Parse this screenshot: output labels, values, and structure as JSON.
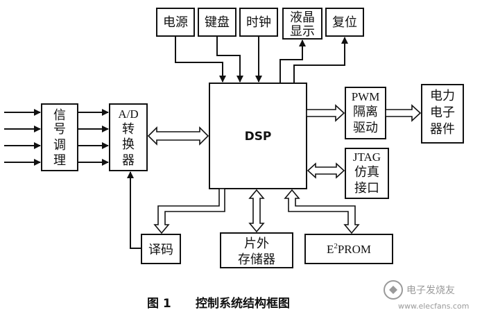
{
  "blocks": {
    "power": "电源",
    "keyboard": "键盘",
    "clock": "时钟",
    "lcd": [
      "液晶",
      "显示"
    ],
    "reset": "复位",
    "signal_cond": [
      "信",
      "号",
      "调",
      "理"
    ],
    "adc": [
      "A/D",
      "转",
      "换",
      "器"
    ],
    "dsp": "DSP",
    "pwm": [
      "PWM",
      "隔离",
      "驱动"
    ],
    "power_elec": [
      "电力",
      "电子",
      "器件"
    ],
    "jtag": [
      "JTAG",
      "仿真",
      "接口"
    ],
    "decoder": "译码",
    "ext_mem": [
      "片外",
      "存储器"
    ],
    "eeprom_base": "E",
    "eeprom_sup": "2",
    "eeprom_rest": "PROM"
  },
  "caption": {
    "fig": "图 1",
    "title": "控制系统结构框图"
  },
  "watermark": {
    "brand": "电子发烧友",
    "url": "www.elecfans.com"
  },
  "colors": {
    "line": "#111111",
    "background": "#ffffff",
    "watermark": "#9a9a9a"
  }
}
